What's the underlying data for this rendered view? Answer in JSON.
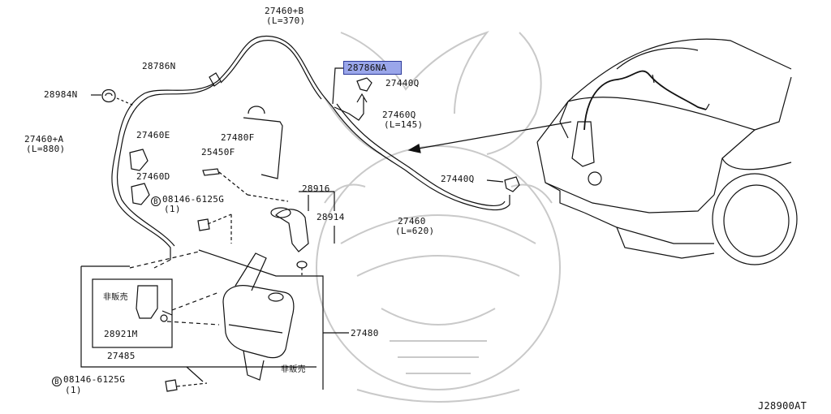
{
  "watermark_color": "#c9c9c9",
  "highlight_color": "#9aa6ea",
  "diagram_code": "J28900AT",
  "labels": {
    "hose_b": "27460+B",
    "hose_b_len": "(L=370)",
    "nozzle_check_top": "28786N",
    "nozzle_check_highlight": "28786NA",
    "nozzle_27440q_top": "27440Q",
    "grommet": "28984N",
    "hose_q": "27460Q",
    "hose_q_len": "(L=145)",
    "hose_a": "27460+A",
    "hose_a_len": "(L=880)",
    "clip_e": "27460E",
    "tube_f": "27480F",
    "bolt_f": "25450F",
    "clip_d": "27460D",
    "bolt_upper": "08146-6125G",
    "bolt_upper_qty": "(1)",
    "nozzle_27440q_right": "27440Q",
    "cap": "28916",
    "filler": "28914",
    "hose_main": "27460",
    "hose_main_len": "(L=620)",
    "not_sold_1": "非販売",
    "pump_part": "28921M",
    "pump_assy": "27485",
    "tank_assy": "27480",
    "not_sold_2": "非販売",
    "bolt_lower": "08146-6125G",
    "bolt_lower_qty": "(1)",
    "bolt_marker": "B"
  }
}
